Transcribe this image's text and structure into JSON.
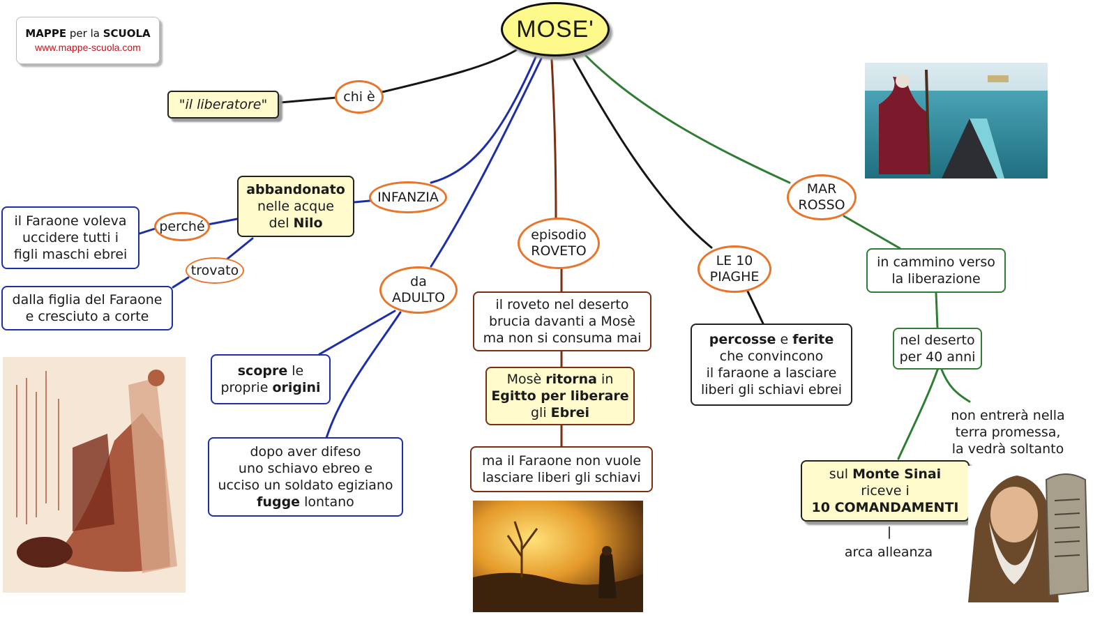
{
  "logo": {
    "line1_a": "MAPPE",
    "line1_b": " per la ",
    "line1_c": "SCUOLA",
    "url": "www.mappe-scuola.com"
  },
  "title": "MOSE'",
  "colors": {
    "blue": "#1c2fa8",
    "brown": "#7a2e12",
    "black": "#222222",
    "green": "#2e7d32",
    "orange": "#e8752a",
    "yellow": "#fffbcc"
  },
  "nodes": {
    "chi_e": "chi è",
    "liberatore": "\"il liberatore\"",
    "infanzia": "INFANZIA",
    "abbandonato": {
      "b1": "abbandonato",
      "l2": "nelle acque",
      "l3_pre": "del ",
      "l3_b": "Nilo"
    },
    "perche": "perché",
    "faraone_voleva": {
      "l1": "il Faraone voleva",
      "l2": "uccidere tutti i",
      "l3": "figli maschi ebrei"
    },
    "trovato": "trovato",
    "figlia": {
      "l1": "dalla figlia del Faraone",
      "l2": "e cresciuto a corte"
    },
    "da_adulto": {
      "l1": "da",
      "l2": "ADULTO"
    },
    "scopre": {
      "b1": "scopre",
      "t1": " le",
      "t2": "proprie ",
      "b2": "origini"
    },
    "fugge": {
      "l1": "dopo aver difeso",
      "l2": "uno schiavo ebreo e",
      "l3": "ucciso un soldato egiziano",
      "b4": "fugge",
      "t4": " lontano"
    },
    "roveto": {
      "l1": "episodio",
      "l2": "ROVETO"
    },
    "roveto_desc": {
      "l1": "il roveto nel deserto",
      "l2": "brucia davanti a Mosè",
      "l3": "ma non si consuma mai"
    },
    "ritorna": {
      "t1": "Mosè ",
      "b1": "ritorna",
      "t1b": " in",
      "b2": "Egitto per liberare",
      "t3": "gli ",
      "b3": "Ebrei"
    },
    "faraone_non": {
      "l1": "ma il Faraone non vuole",
      "l2": "lasciare liberi gli schiavi"
    },
    "piaghe": {
      "l1": "LE 10",
      "l2": "PIAGHE"
    },
    "percosse": {
      "b1": "percosse",
      "t1": " e ",
      "b1b": "ferite",
      "l2": "che convincono",
      "l3": "il faraone a lasciare",
      "l4": "liberi gli schiavi ebrei"
    },
    "mar_rosso": {
      "l1": "MAR",
      "l2": "ROSSO"
    },
    "cammino": {
      "l1": "in cammino verso",
      "l2": "la liberazione"
    },
    "deserto": {
      "l1": "nel deserto",
      "l2": "per 40 anni"
    },
    "non_entrera": {
      "l1": "non entrerà nella",
      "l2": "terra promessa,",
      "l3": "la vedrà soltanto"
    },
    "sinai": {
      "t1": "sul ",
      "b1": "Monte Sinai",
      "l2": "riceve i",
      "b3": "10 COMANDAMENTI"
    },
    "arca": "arca alleanza"
  },
  "images": [
    "moses-parting-red-sea-picture",
    "moses-found-in-nile-picture",
    "burning-bush-picture",
    "moses-with-tablets-picture"
  ]
}
